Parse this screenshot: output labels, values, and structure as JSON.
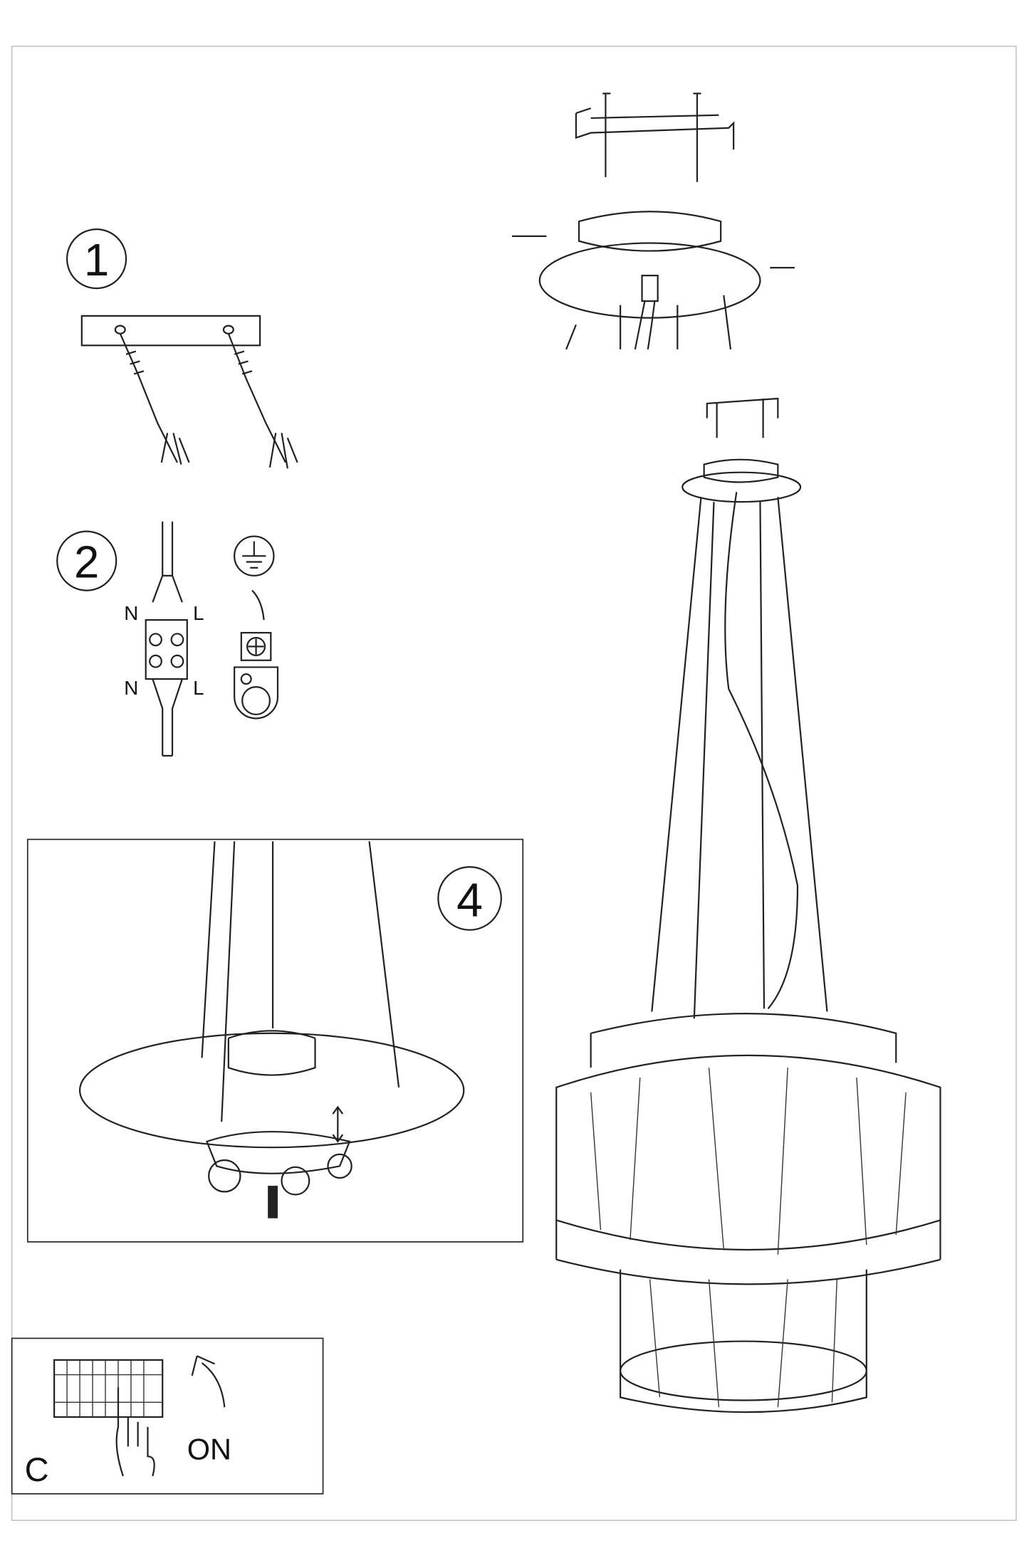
{
  "steps": {
    "step1": "1",
    "step2": "2",
    "step4": "4",
    "stepC": "C"
  },
  "wiring": {
    "neutral_top": "N",
    "live_top": "L",
    "neutral_bottom": "N",
    "live_bottom": "L"
  },
  "power": {
    "on_label": "ON"
  },
  "icons": [
    "ground-symbol-icon",
    "switch-on-arrow-icon",
    "hand-icon",
    "circuit-breaker-icon"
  ]
}
